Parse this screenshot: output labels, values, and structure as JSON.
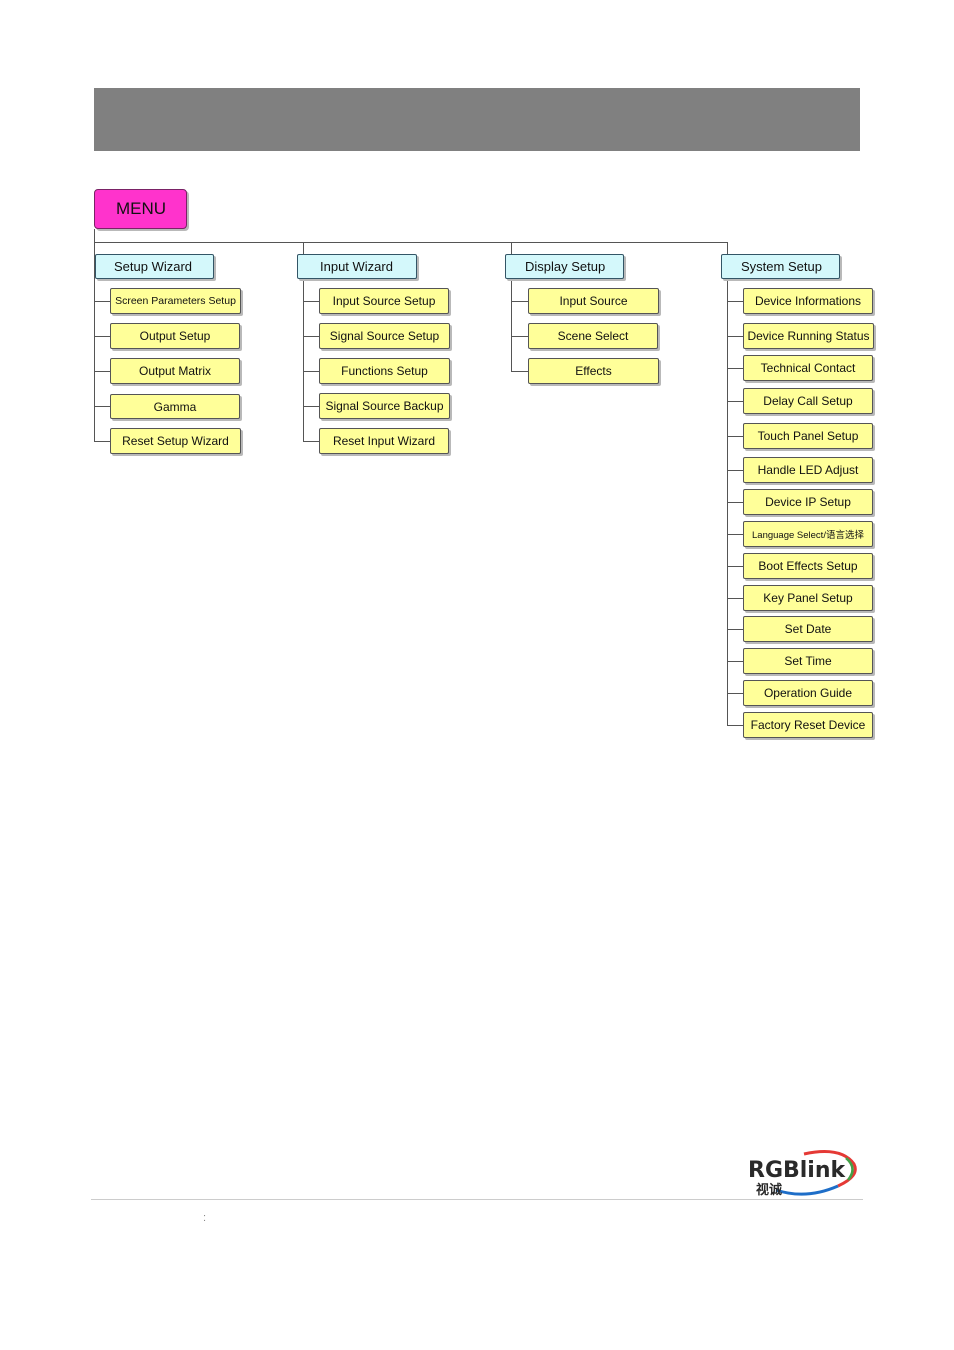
{
  "menu": {
    "root_label": "MENU",
    "categories": [
      {
        "label": "Setup Wizard",
        "items": [
          "Screen Parameters Setup",
          "Output Setup",
          "Output Matrix",
          "Gamma",
          "Reset Setup Wizard"
        ]
      },
      {
        "label": "Input Wizard",
        "items": [
          "Input Source Setup",
          "Signal Source Setup",
          "Functions Setup",
          "Signal Source Backup",
          "Reset Input Wizard"
        ]
      },
      {
        "label": "Display Setup",
        "items": [
          "Input Source",
          "Scene Select",
          "Effects"
        ]
      },
      {
        "label": "System Setup",
        "items": [
          "Device Informations",
          "Device Running Status",
          "Technical Contact",
          "Delay Call Setup",
          "Touch Panel Setup",
          "Handle LED Adjust",
          "Device IP Setup",
          "Language Select/语言选择",
          "Boot Effects Setup",
          "Key Panel Setup",
          "Set Date",
          "Set Time",
          "Operation Guide",
          "Factory Reset Device"
        ]
      }
    ]
  },
  "footer": {
    "logo_text": "RGBlink",
    "logo_sub": "视诚",
    "colon": ":"
  },
  "colors": {
    "header_bar": "#808080",
    "root_box": "#ff33cc",
    "category_box": "#d4f8fb",
    "item_box": "#ffff99"
  }
}
